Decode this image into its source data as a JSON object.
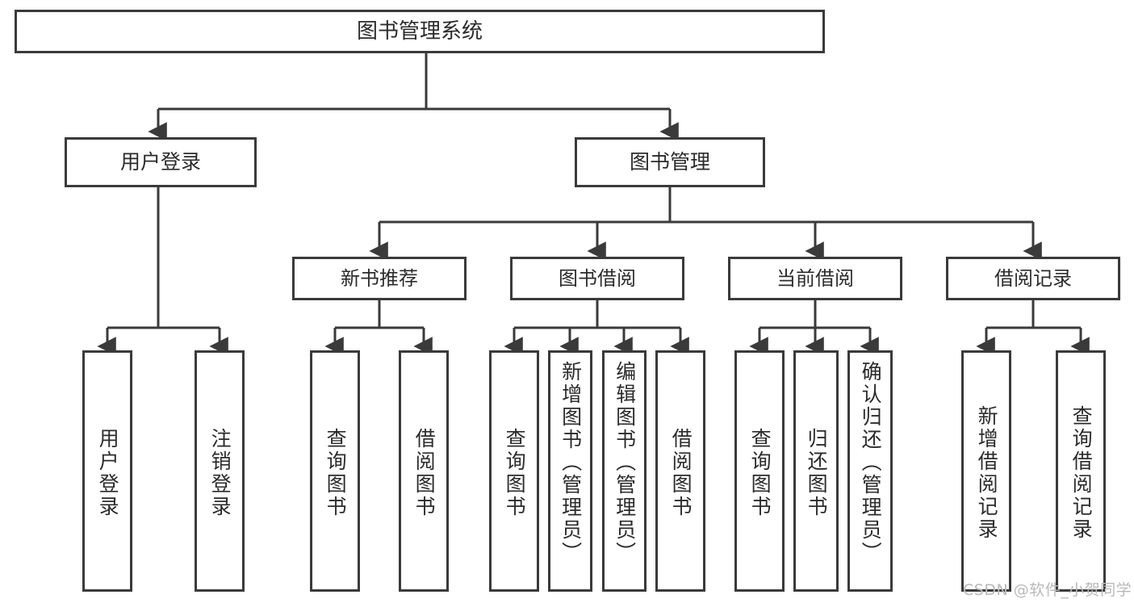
{
  "diagram": {
    "title": "图书管理系统",
    "type": "tree-hierarchy-chart",
    "watermark": "CSDN @软件_小贺同学",
    "colors": {
      "stroke": "#3a3a3a",
      "text": "#2b2b2b",
      "background": "#ffffff",
      "watermark": "#b9b9b9"
    },
    "root": {
      "label": "图书管理系统"
    },
    "level2": [
      {
        "id": "user-login",
        "label": "用户登录"
      },
      {
        "id": "book-management",
        "label": "图书管理"
      }
    ],
    "level3": [
      {
        "id": "new-book-recommend",
        "label": "新书推荐"
      },
      {
        "id": "book-borrow",
        "label": "图书借阅"
      },
      {
        "id": "current-borrow",
        "label": "当前借阅"
      },
      {
        "id": "borrow-record",
        "label": "借阅记录"
      }
    ],
    "leaves": {
      "user_login": [
        {
          "id": "leaf-user-login",
          "label": "用户登录"
        },
        {
          "id": "leaf-logout",
          "label": "注销登录"
        }
      ],
      "new_book_recommend": [
        {
          "id": "leaf-query-book-1",
          "label": "查询图书"
        },
        {
          "id": "leaf-borrow-book-1",
          "label": "借阅图书"
        }
      ],
      "book_borrow": [
        {
          "id": "leaf-query-book-2",
          "label": "查询图书"
        },
        {
          "id": "leaf-add-book",
          "label": "新增图书（管理员）"
        },
        {
          "id": "leaf-edit-book",
          "label": "编辑图书（管理员）"
        },
        {
          "id": "leaf-borrow-book-2",
          "label": "借阅图书"
        }
      ],
      "current_borrow": [
        {
          "id": "leaf-query-book-3",
          "label": "查询图书"
        },
        {
          "id": "leaf-return-book",
          "label": "归还图书"
        },
        {
          "id": "leaf-confirm-return",
          "label": "确认归还（管理员）"
        }
      ],
      "borrow_record": [
        {
          "id": "leaf-add-record",
          "label": "新增借阅记录"
        },
        {
          "id": "leaf-query-record",
          "label": "查询借阅记录"
        }
      ]
    }
  }
}
